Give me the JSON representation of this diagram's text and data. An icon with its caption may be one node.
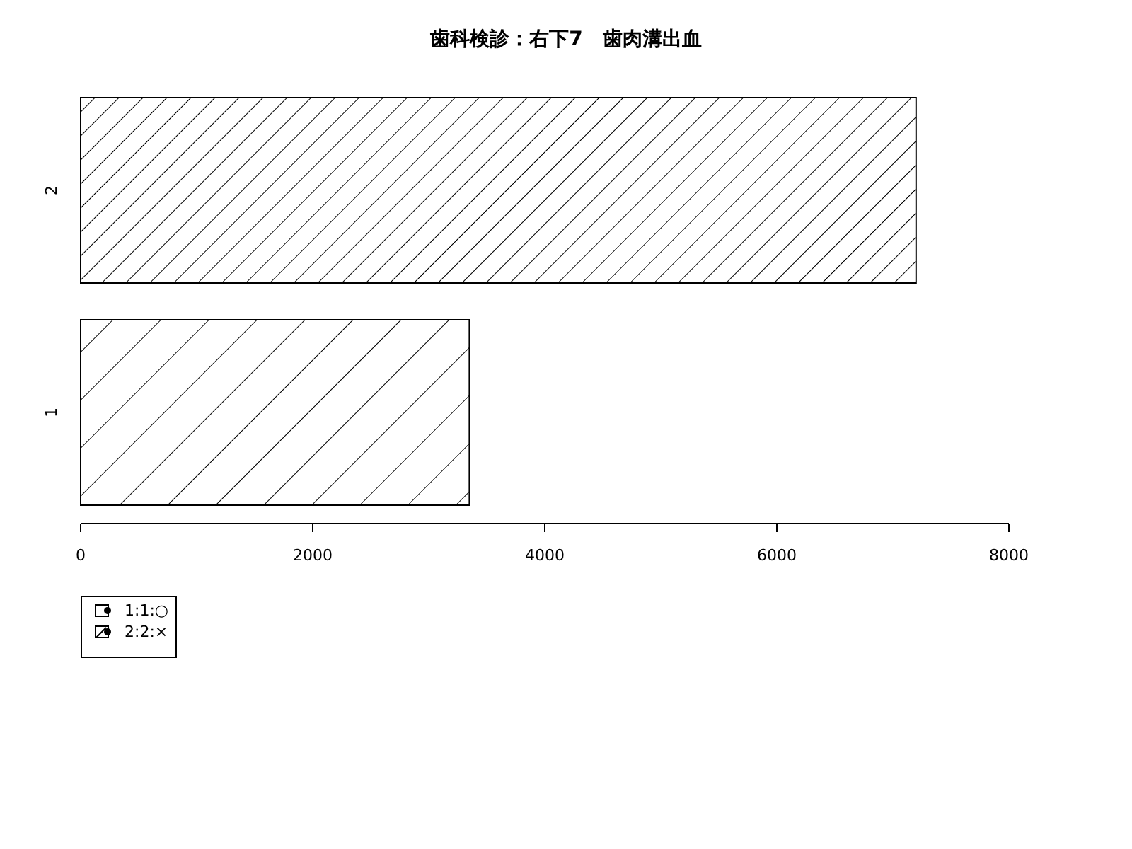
{
  "diagram": {
    "title": "歯科検診：右下7　歯肉溝出血",
    "legend": [
      {
        "text": "1:1:○"
      },
      {
        "text": "2:2:×"
      }
    ],
    "chart_data": {
      "type": "bar",
      "orientation": "horizontal",
      "categories": [
        "2",
        "1"
      ],
      "values": [
        7200,
        3350
      ],
      "xlim": [
        0,
        8000
      ],
      "xticks": [
        0,
        2000,
        4000,
        6000,
        8000
      ]
    }
  }
}
